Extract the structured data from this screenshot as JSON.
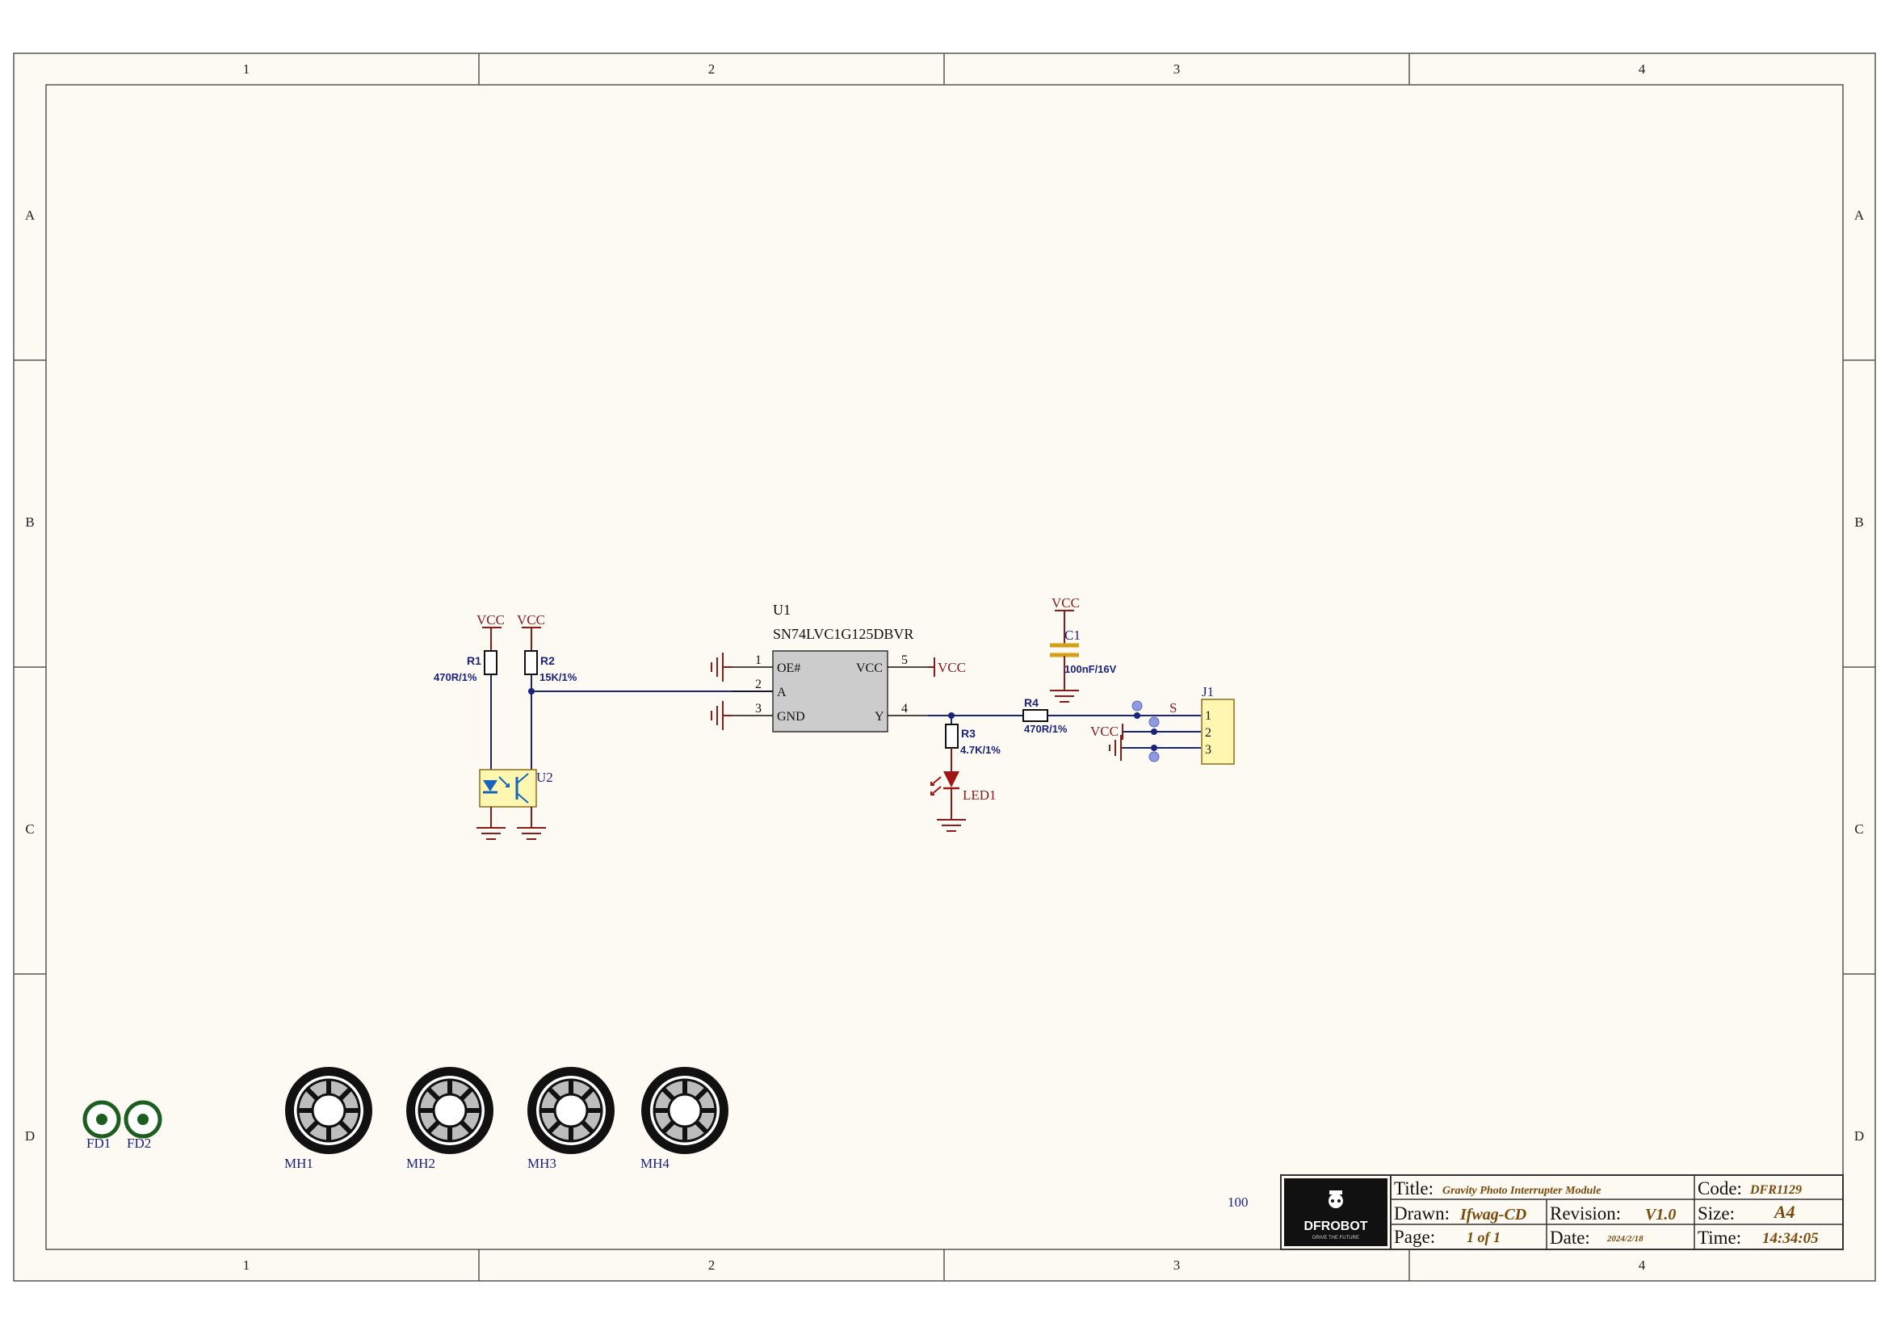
{
  "border": {
    "columns": [
      "1",
      "2",
      "3",
      "4"
    ],
    "rows": [
      "A",
      "B",
      "C",
      "D"
    ]
  },
  "power": {
    "vcc_label": "VCC"
  },
  "components": {
    "R1": {
      "ref": "R1",
      "value": "470R/1%"
    },
    "R2": {
      "ref": "R2",
      "value": "15K/1%"
    },
    "R3": {
      "ref": "R3",
      "value": "4.7K/1%"
    },
    "R4": {
      "ref": "R4",
      "value": "470R/1%"
    },
    "C1": {
      "ref": "C1",
      "value": "100nF/16V"
    },
    "U1": {
      "ref": "U1",
      "part": "SN74LVC1G125DBVR",
      "pins": [
        {
          "num": "1",
          "name": "OE#"
        },
        {
          "num": "2",
          "name": "A"
        },
        {
          "num": "3",
          "name": "GND"
        },
        {
          "num": "4",
          "name": "Y"
        },
        {
          "num": "5",
          "name": "VCC"
        }
      ]
    },
    "U2": {
      "ref": "U2"
    },
    "LED1": {
      "ref": "LED1"
    },
    "J1": {
      "ref": "J1",
      "pins": [
        "1",
        "2",
        "3"
      ],
      "net_label": "S"
    },
    "fiducials": [
      "FD1",
      "FD2"
    ],
    "mounting_holes": [
      "MH1",
      "MH2",
      "MH3",
      "MH4"
    ]
  },
  "misc": {
    "stray_number": "100"
  },
  "title_block": {
    "logo_text": "DFROBOT",
    "logo_tagline": "DRIVE THE FUTURE",
    "title_label": "Title:",
    "title_value": "Gravity Photo Interrupter Module",
    "code_label": "Code:",
    "code_value": "DFR1129",
    "drawn_label": "Drawn:",
    "drawn_value": "Ifwag-CD",
    "revision_label": "Revision:",
    "revision_value": "V1.0",
    "size_label": "Size:",
    "size_value": "A4",
    "page_label": "Page:",
    "page_value": "1 of 1",
    "date_label": "Date:",
    "date_value": "2024/2/18",
    "time_label": "Time:",
    "time_value": "14:34:05"
  },
  "colors": {
    "sheet_bg": "#fdf9f3",
    "wire": "#1a237e",
    "power": "#8b1a1a",
    "ic_fill": "#cccccc",
    "connector_fill": "#fff7b0",
    "capacitor": "#d4a017",
    "fiducial": "#1b5e20"
  }
}
